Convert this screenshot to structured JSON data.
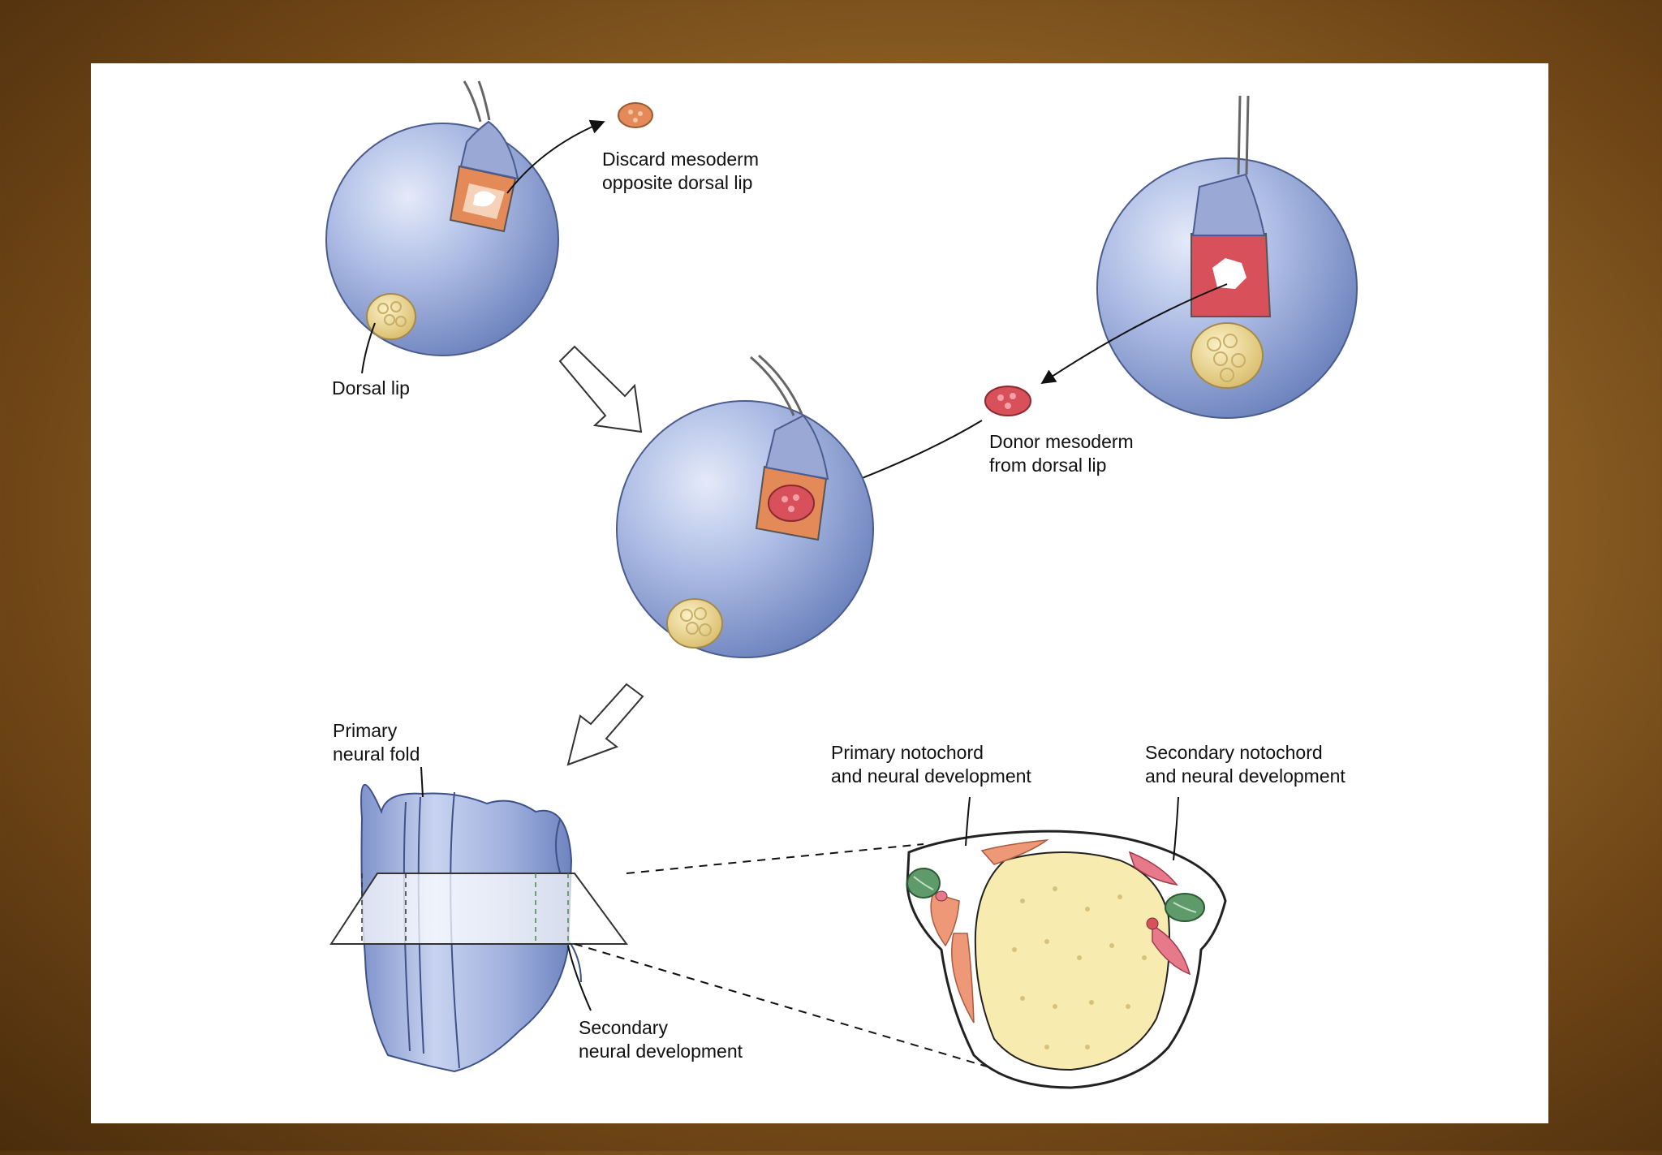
{
  "labels": {
    "discard": [
      "Discard mesoderm",
      "opposite dorsal lip"
    ],
    "dorsal_lip": [
      "Dorsal lip"
    ],
    "donor": [
      "Donor mesoderm",
      "from dorsal lip"
    ],
    "primary_fold": [
      "Primary",
      "neural fold"
    ],
    "primary_notochord": [
      "Primary notochord",
      "and neural development"
    ],
    "secondary_notochord": [
      "Secondary notochord",
      "and neural development"
    ],
    "secondary_neural": [
      "Secondary",
      "neural development"
    ]
  },
  "colors": {
    "embryo": "#a9b9e2",
    "embryo_dark": "#5f74b1",
    "flap": "#9aa8d6",
    "mesoderm_discard": "#e48a58",
    "mesoderm_donor": "#d8505a",
    "yolk": "#f7ebb0",
    "lip": "#ecd58e",
    "notochord_green": "#5f9a6a",
    "somite_primary": "#ee9878",
    "somite_secondary": "#e67a8a"
  },
  "icons": [
    "hollow-arrow-icon",
    "curved-arrow-icon",
    "dashed-leader-line"
  ]
}
